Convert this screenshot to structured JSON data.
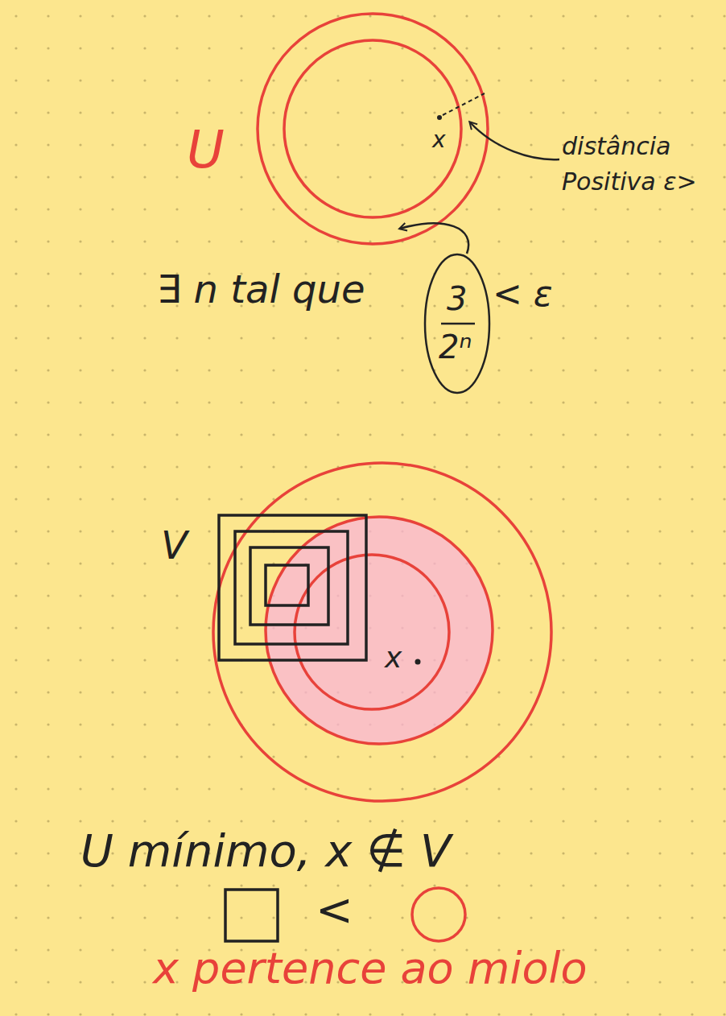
{
  "diagram": {
    "labels": [
      "U",
      "x",
      "distância Positiva ε>",
      "∃ n tal que",
      "3",
      "2ⁿ",
      "< ε",
      "V",
      "x",
      "U mínimo, x ∉ V",
      "<",
      "x pertence ao miolo"
    ]
  }
}
